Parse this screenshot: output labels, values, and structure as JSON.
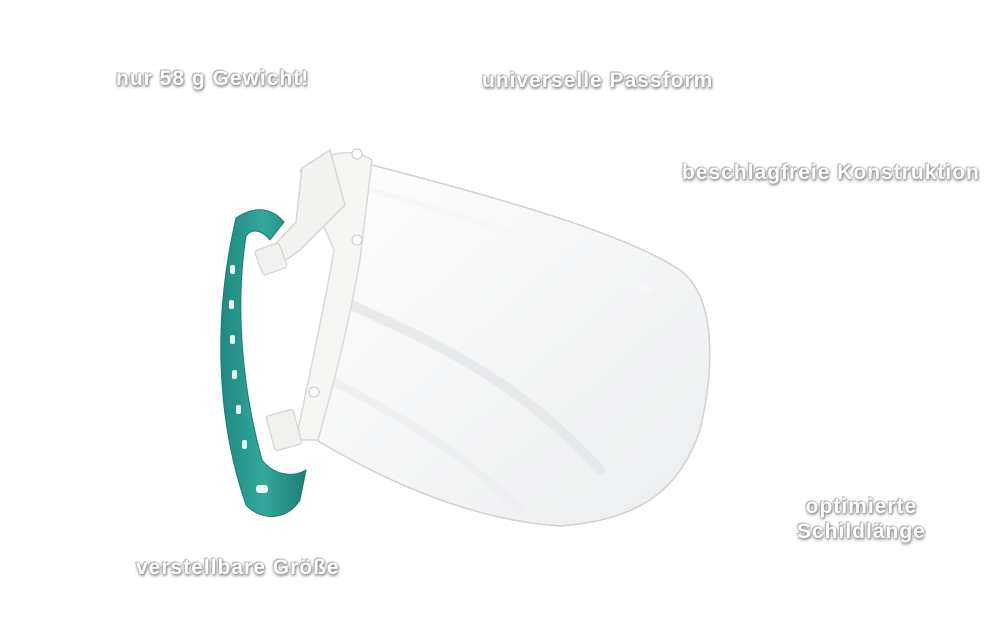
{
  "captions": {
    "weight": "nur 58 g Gewicht!",
    "fit": "universelle Passform",
    "anti_fog": "beschlagfreie Konstruktion",
    "shield_length_line1": "optimierte",
    "shield_length_line2": "Schildlänge",
    "size": "verstellbare Größe"
  },
  "colors": {
    "strap": "#2a9a8e",
    "frame": "#f4f4f2",
    "visor_edge": "#d6d6d6"
  }
}
